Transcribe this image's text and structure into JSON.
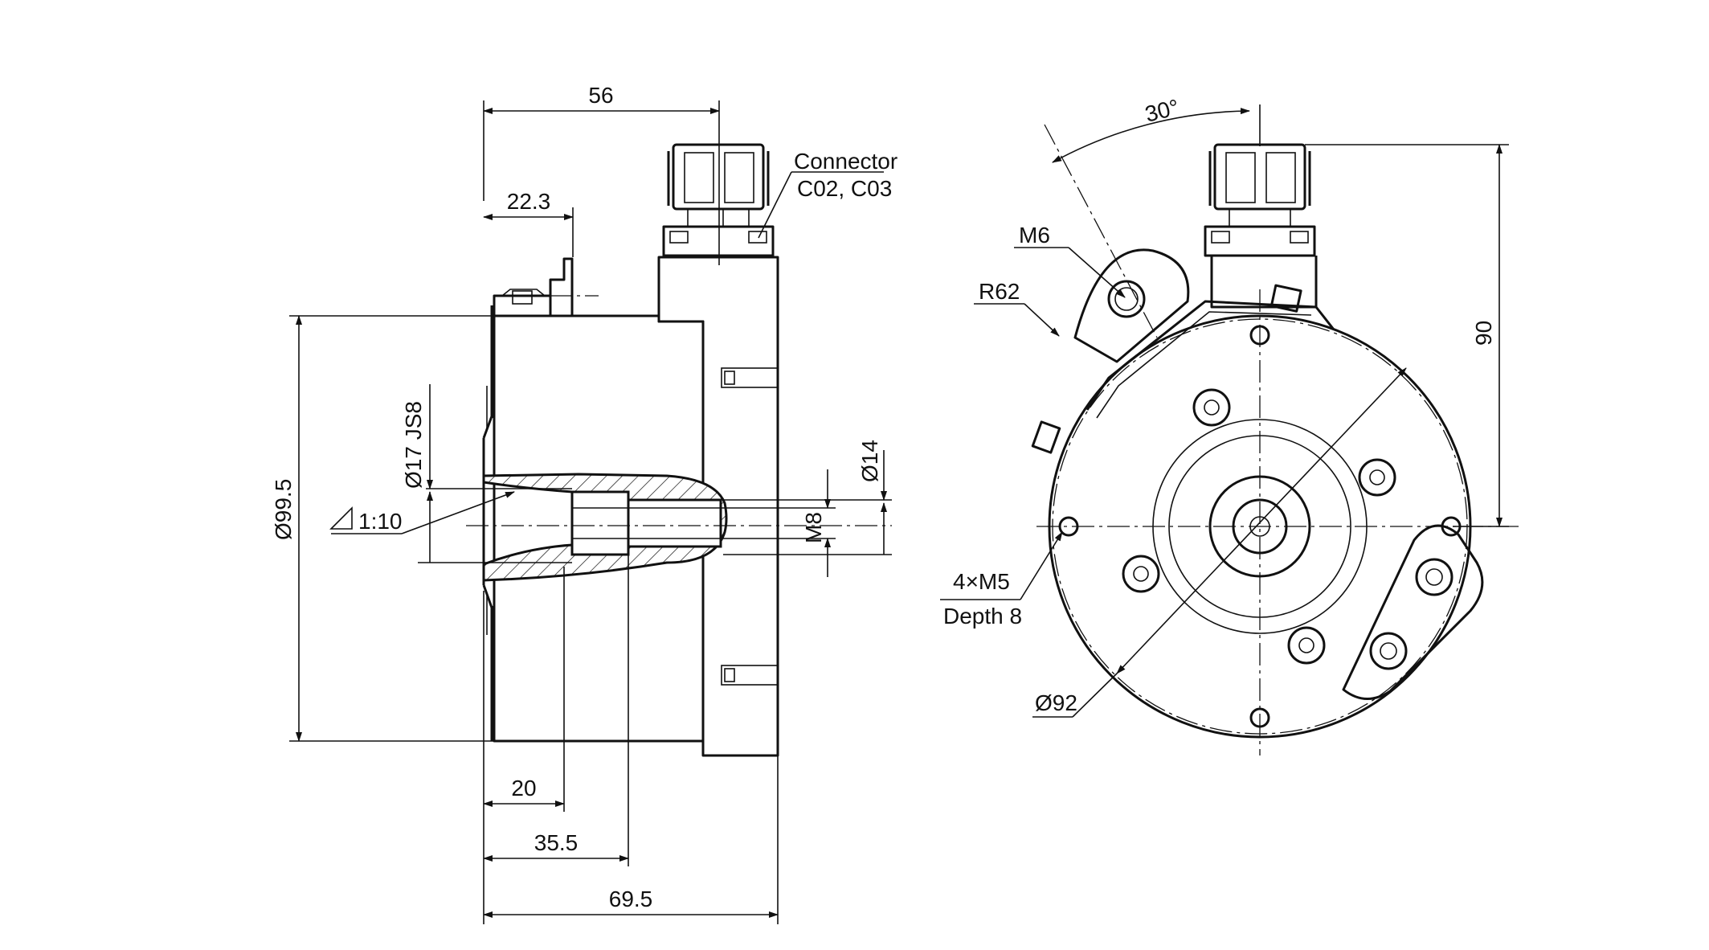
{
  "side_view": {
    "dim_overall_top": "56",
    "dim_flange": "22.3",
    "connector_label_line1": "Connector",
    "connector_label_line2": "C02, C03",
    "dim_bore": "Ø17 JS8",
    "taper": "1:10",
    "dim_body_diameter": "Ø99.5",
    "dim_shaft": "Ø14",
    "thread": "M8",
    "dim_20": "20",
    "dim_35_5": "35.5",
    "dim_69_5": "69.5"
  },
  "front_view": {
    "angle": "30°",
    "thread_m6": "M6",
    "radius": "R62",
    "dim_height": "90",
    "holes_line1": "4×M5",
    "holes_line2": "Depth 8",
    "dim_pcd": "Ø92"
  }
}
